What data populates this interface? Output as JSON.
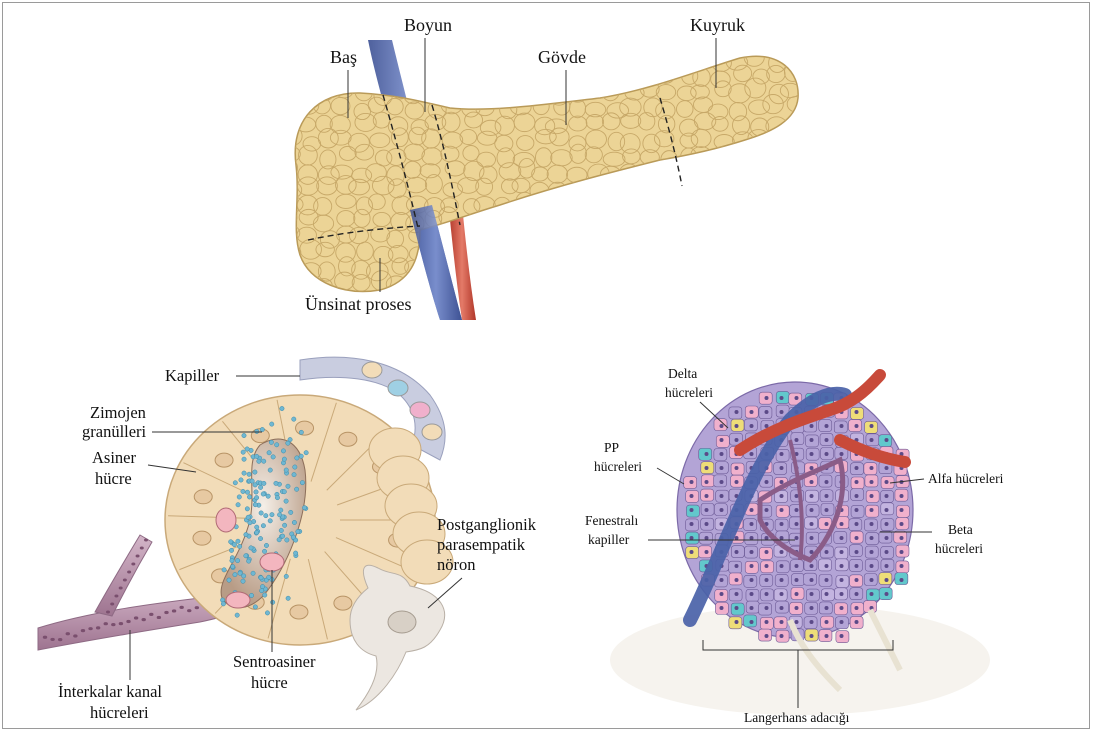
{
  "pancreas": {
    "labels": {
      "bas": "Baş",
      "boyun": "Boyun",
      "govde": "Gövde",
      "kuyruk": "Kuyruk",
      "unsinat": "Ünsinat proses"
    }
  },
  "acinus": {
    "labels": {
      "kapiller": "Kapiller",
      "zimojen_1": "Zimojen",
      "zimojen_2": "granülleri",
      "asiner_1": "Asiner",
      "asiner_2": "hücre",
      "postgang_1": "Postganglionik",
      "postgang_2": "parasempatik",
      "postgang_3": "nöron",
      "sentro_1": "Sentroasiner",
      "sentro_2": "hücre",
      "interkalar_1": "İnterkalar kanal",
      "interkalar_2": "hücreleri"
    }
  },
  "islet": {
    "labels": {
      "delta_1": "Delta",
      "delta_2": "hücreleri",
      "pp_1": "PP",
      "pp_2": "hücreleri",
      "alfa": "Alfa hücreleri",
      "fen_1": "Fenestralı",
      "fen_2": "kapiller",
      "beta_1": "Beta",
      "beta_2": "hücreleri",
      "langerhans": "Langerhans adacığı"
    }
  },
  "colors": {
    "pancreas_fill": "#ecd496",
    "acinar_cell": "#f2dcb8",
    "granule": "#6fb7d2",
    "duct": "#b88fa8",
    "vein": "#4a62a8",
    "artery": "#c84a3a",
    "alpha_cell": "#b3a4d6",
    "beta_cell": "#f0b0cc",
    "delta_cell": "#62c8cc",
    "pp_cell": "#eedd78"
  }
}
